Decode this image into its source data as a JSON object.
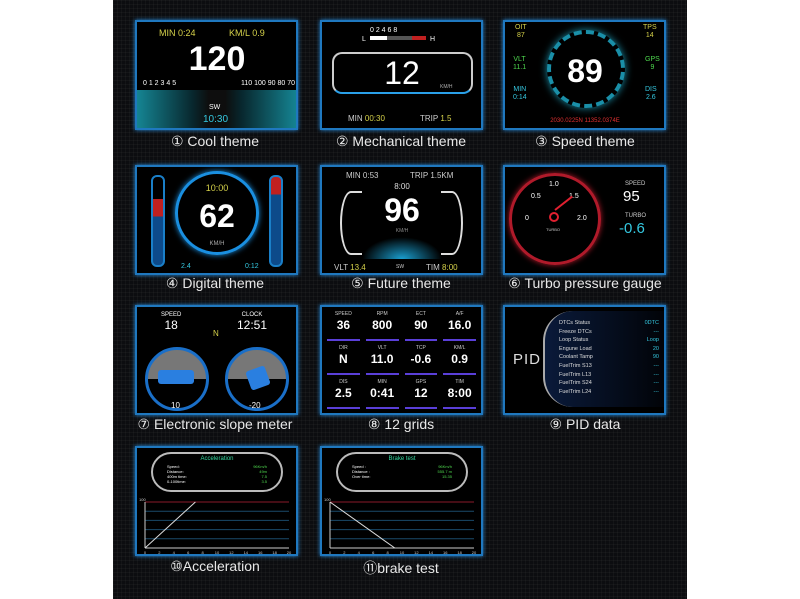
{
  "t1": {
    "caption": "① Cool theme",
    "min_label": "MIN",
    "min": "0:24",
    "kml_label": "KM/L",
    "kml": "0.9",
    "speed": "120",
    "scale_left": "0 1 2 3 4 5",
    "scale_right": "110 100 90 80 70",
    "dir": "SW",
    "time": "10:30"
  },
  "t2": {
    "caption": "② Mechanical theme",
    "scale": "0 2 4 6 8",
    "low": "L",
    "high": "H",
    "speed": "12",
    "unit": "KM/H",
    "min_label": "MIN",
    "min": "00:30",
    "trip_label": "TRIP",
    "trip": "1.5"
  },
  "t3": {
    "caption": "③ Speed theme",
    "oit_label": "OIT",
    "oit": "87",
    "tps_label": "TPS",
    "tps": "14",
    "vlt_label": "VLT",
    "vlt": "11.1",
    "gps_label": "GPS",
    "gps": "9",
    "min_label": "MIN",
    "min": "0:14",
    "dis_label": "DIS",
    "dis": "2.6",
    "speed": "89",
    "coords": "2030.0225N  11352.0374E"
  },
  "t4": {
    "caption": "④ Digital theme",
    "time": "10:00",
    "speed": "62",
    "unit": "KM/H",
    "left": "2.4",
    "right": "0:12"
  },
  "t5": {
    "caption": "⑤ Future theme",
    "min_label": "MIN",
    "min": "0:53",
    "trip_label": "TRIP",
    "trip": "1.5KM",
    "time": "8:00",
    "speed": "96",
    "unit": "KM/H",
    "vlt_label": "VLT",
    "vlt": "13.4",
    "dir": "SW",
    "tim_label": "TIM",
    "tim": "8:00"
  },
  "t6": {
    "caption": "⑥ Turbo pressure gauge",
    "ticks": [
      "0",
      "0.5",
      "1.0",
      "1.5",
      "2.0"
    ],
    "gauge_label": "TURBO",
    "speed_label": "SPEED",
    "speed": "95",
    "turbo_label": "TURBO",
    "turbo": "-0.6"
  },
  "t7": {
    "caption": "⑦ Electronic slope meter",
    "speed_label": "SPEED",
    "speed": "18",
    "clock_label": "CLOCK",
    "clock": "12:51",
    "compass": "N",
    "left_angle": "10",
    "right_angle": "-20"
  },
  "t8": {
    "caption": "⑧ 12 grids",
    "cells": [
      {
        "l": "SPEED",
        "v": "36"
      },
      {
        "l": "RPM",
        "v": "800"
      },
      {
        "l": "ECT",
        "v": "90"
      },
      {
        "l": "A/F",
        "v": "16.0"
      },
      {
        "l": "DIR",
        "v": "N"
      },
      {
        "l": "VLT",
        "v": "11.0"
      },
      {
        "l": "TCP",
        "v": "-0.6"
      },
      {
        "l": "KM/L",
        "v": "0.9"
      },
      {
        "l": "DIS",
        "v": "2.5"
      },
      {
        "l": "MIN",
        "v": "0:41"
      },
      {
        "l": "GPS",
        "v": "12"
      },
      {
        "l": "TIM",
        "v": "8:00"
      }
    ]
  },
  "t9": {
    "caption": "⑨ PID data",
    "title": "PID",
    "rows": [
      {
        "k": "DTCs Status",
        "v": "0DTC"
      },
      {
        "k": "Freeze DTCs",
        "v": "---"
      },
      {
        "k": "Loop Status",
        "v": "Loop"
      },
      {
        "k": "Engune Load",
        "v": "20"
      },
      {
        "k": "Coolant Tamp",
        "v": "90"
      },
      {
        "k": "FuelTrim S13",
        "v": "---"
      },
      {
        "k": "FuelTrim L13",
        "v": "---"
      },
      {
        "k": "FuelTrim S24",
        "v": "---"
      },
      {
        "k": "FuelTrim L24",
        "v": "---"
      }
    ]
  },
  "t10": {
    "caption": "⑩Acceleration",
    "title": "Acceleration",
    "rows": [
      {
        "k": "Speed:",
        "v": "96Km/h"
      },
      {
        "k": "Distance:",
        "v": "49m"
      },
      {
        "k": "400m time:",
        "v": "7.5"
      },
      {
        "k": "0-100time:",
        "v": "3.5"
      }
    ],
    "ymax": "100",
    "xticks": [
      "0",
      "2",
      "4",
      "6",
      "8",
      "10",
      "12",
      "14",
      "16",
      "18",
      "20"
    ],
    "series": [
      [
        0,
        0
      ],
      [
        7,
        100
      ]
    ]
  },
  "t11": {
    "caption": "⑪brake test",
    "title": "Brake test",
    "rows": [
      {
        "k": "Speed    :",
        "v": "96Km/h"
      },
      {
        "k": "Distance :",
        "v": "555.7 m"
      },
      {
        "k": "Over time:",
        "v": "15.35"
      }
    ],
    "ymax": "100",
    "xticks": [
      "0",
      "2",
      "4",
      "6",
      "8",
      "10",
      "12",
      "14",
      "16",
      "18",
      "20"
    ],
    "series": [
      [
        0,
        100
      ],
      [
        9,
        0
      ]
    ]
  }
}
